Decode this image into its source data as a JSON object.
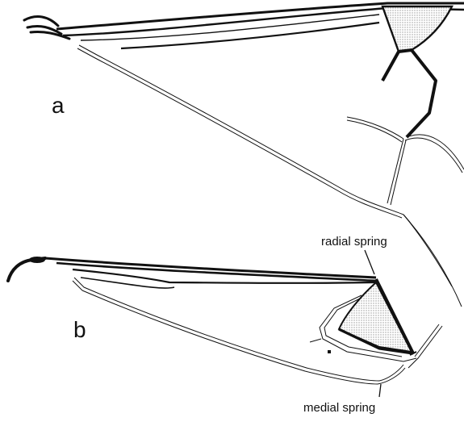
{
  "figure": {
    "panels": [
      {
        "letter": "a"
      },
      {
        "letter": "b"
      }
    ],
    "annotations": {
      "radial_spring": "radial spring",
      "medial_spring": "medial spring"
    },
    "colors": {
      "ink": "#111111",
      "stipple": "#d9d9d9",
      "background": "#ffffff"
    }
  }
}
